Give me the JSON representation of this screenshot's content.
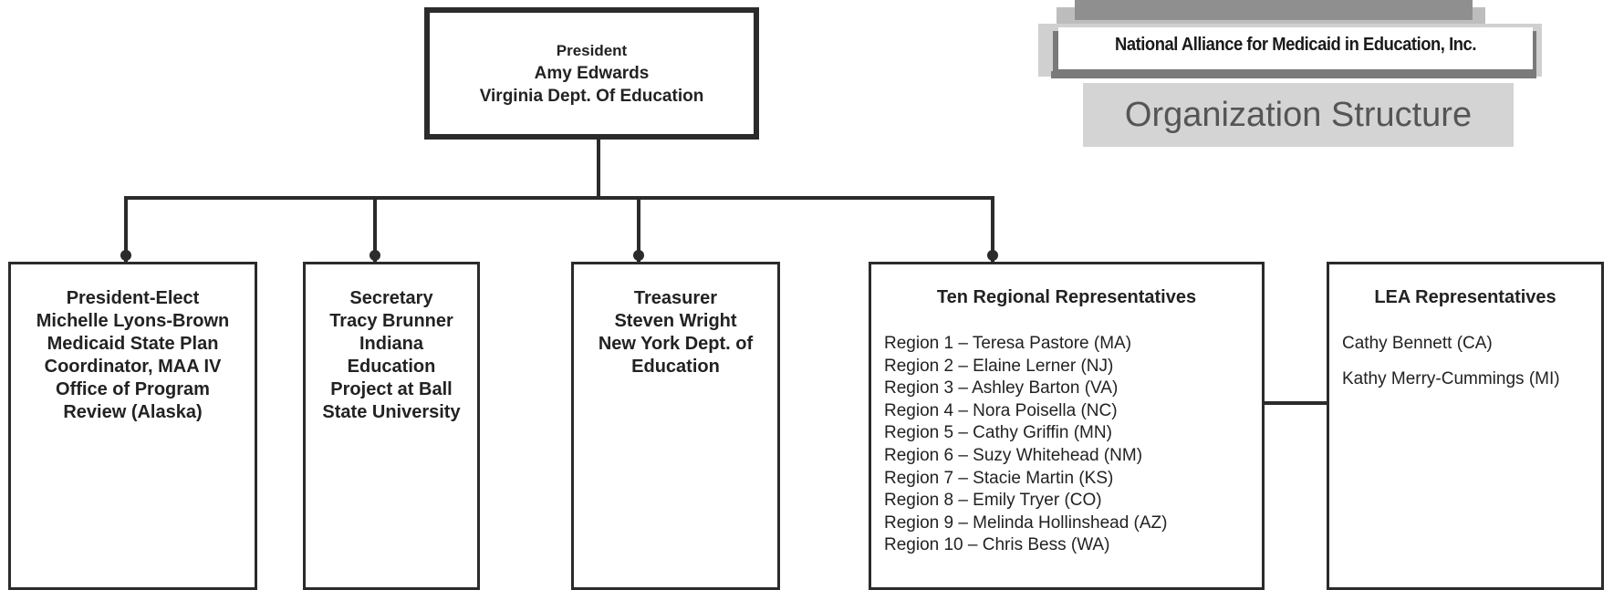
{
  "logo": {
    "org_name": "National Alliance for Medicaid in Education, Inc.",
    "subtitle": "Organization Structure"
  },
  "president": {
    "role": "President",
    "name": "Amy Edwards",
    "affiliation": "Virginia Dept. Of Education"
  },
  "officers": [
    {
      "lines": [
        "President-Elect",
        "Michelle Lyons-Brown",
        "Medicaid State Plan",
        "Coordinator, MAA IV",
        "Office of Program",
        "Review (Alaska)"
      ]
    },
    {
      "lines": [
        "Secretary",
        "Tracy Brunner",
        "Indiana",
        "Education",
        "Project at Ball",
        "State University"
      ]
    },
    {
      "lines": [
        "Treasurer",
        "Steven Wright",
        "New York Dept. of",
        "Education"
      ]
    }
  ],
  "regional": {
    "title": "Ten Regional Representatives",
    "items": [
      "Region 1 – Teresa Pastore (MA)",
      "Region 2 – Elaine Lerner (NJ)",
      "Region 3 – Ashley Barton (VA)",
      "Region 4 – Nora Poisella (NC)",
      "Region 5 – Cathy Griffin (MN)",
      "Region 6 – Suzy Whitehead (NM)",
      "Region 7 – Stacie Martin (KS)",
      "Region 8 – Emily Tryer (CO)",
      "Region 9 – Melinda Hollinshead (AZ)",
      "Region 10 – Chris Bess (WA)"
    ]
  },
  "lea": {
    "title": "LEA Representatives",
    "items": [
      "Cathy Bennett (CA)",
      "Kathy Merry-Cummings (MI)"
    ]
  }
}
